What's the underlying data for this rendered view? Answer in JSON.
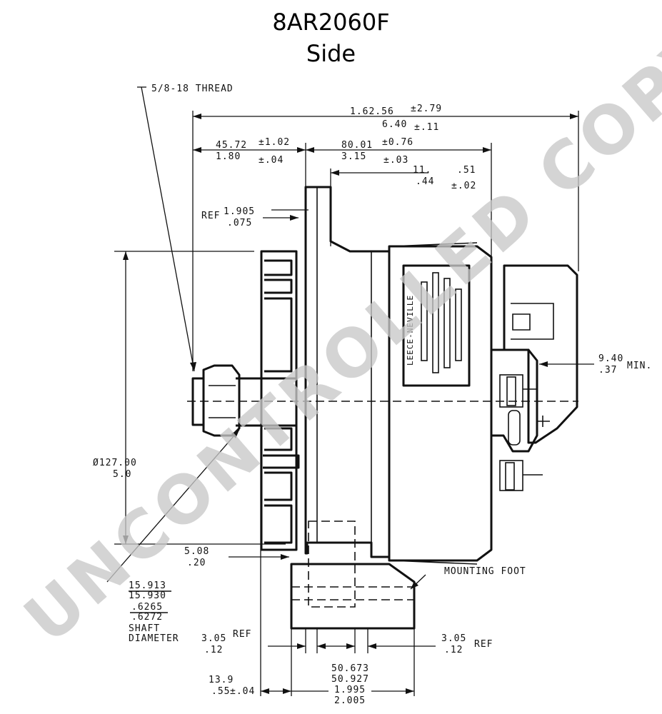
{
  "header": {
    "model": "8AR2060F",
    "view": "Side"
  },
  "labels": {
    "thread": "5/8-18 THREAD",
    "overall_mm": "1.62.56",
    "overall_tol_mm": "±2.79",
    "overall_in": "6.40",
    "overall_tol_in": "±.11",
    "front_mm": "45.72",
    "front_tol_mm": "±1.02",
    "front_in": "1.80",
    "front_tol_in": "±.04",
    "body_mm": "80.01",
    "body_tol_mm": "±0.76",
    "body_in": "3.15",
    "body_tol_in": "±.03",
    "rear_mm": "11.",
    "rear_tol_mm": ".51",
    "rear_in": ".44",
    "rear_tol_in": "±.02",
    "ref_top": "REF",
    "ref_top_a": "1.905",
    "ref_top_b": ".075",
    "terminal_mm": "9.40",
    "terminal_in": ".37",
    "terminal_min": "MIN.",
    "diameter_mm": "Ø127.00",
    "diameter_in": "5.0",
    "pulley_mm": "5.08",
    "pulley_in": ".20",
    "mounting_foot": "MOUNTING FOOT",
    "shaft_a": "15.913",
    "shaft_b": "15.930",
    "shaft_c": ".6265",
    "shaft_d": ".6272",
    "shaft_label_1": "SHAFT",
    "shaft_label_2": "DIAMETER",
    "ref_left_mm": "3.05",
    "ref_left_in": ".12",
    "ref_left_label": "REF",
    "ref_right_mm": "3.05",
    "ref_right_in": ".12",
    "ref_right_label": "REF",
    "foot_off_mm": "13.9",
    "foot_off_in": ".55",
    "foot_off_tol": "±.04",
    "foot_w_a": "50.673",
    "foot_w_b": "50.927",
    "foot_w_c": "1.995",
    "foot_w_d": "2.005",
    "nameplate": "LEECE-NEVILLE"
  },
  "watermark": "UNCONTROLLED COPY",
  "colors": {
    "ink": "#111111",
    "watermark": "#c8c8c8",
    "background": "#ffffff"
  }
}
